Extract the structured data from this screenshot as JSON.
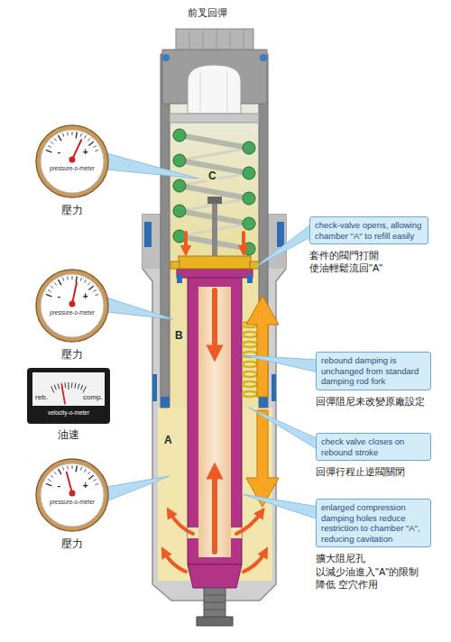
{
  "diagram": {
    "title": "前叉回彈",
    "nodes": [
      {
        "text": [
          "-",
          "+",
          "pressure-o-meter",
          "壓力"
        ]
      },
      {
        "text": [
          "check-valve opens, allowing chamber \"A\" to refill easily",
          "套件的閥門打開 使油輕鬆流回\"A\""
        ]
      },
      {
        "text": [
          "-",
          "+",
          "pressure-o-meter",
          "壓力"
        ]
      },
      {
        "text": [
          "rebound damping is unchanged from standard damping rod fork",
          "回彈阻尼未改變原廠設定"
        ]
      },
      {
        "text": [
          "reb.",
          "comp.",
          "velocity-o-meter",
          "油速"
        ]
      },
      {
        "text": [
          "check valve closes on rebound stroke",
          "回彈行程止逆閥關閉"
        ]
      },
      {
        "text": [
          "-",
          "+",
          "pressure-o-meter",
          "壓力"
        ]
      },
      {
        "text": [
          "enlarged compression damping holes reduce restriction to chamber \"A\", reducing cavitation",
          "擴大阻尼孔 以減少油進入\"A\"的限制 降低 空穴作用"
        ]
      }
    ],
    "labels": [
      "C",
      "B",
      "A"
    ]
  }
}
